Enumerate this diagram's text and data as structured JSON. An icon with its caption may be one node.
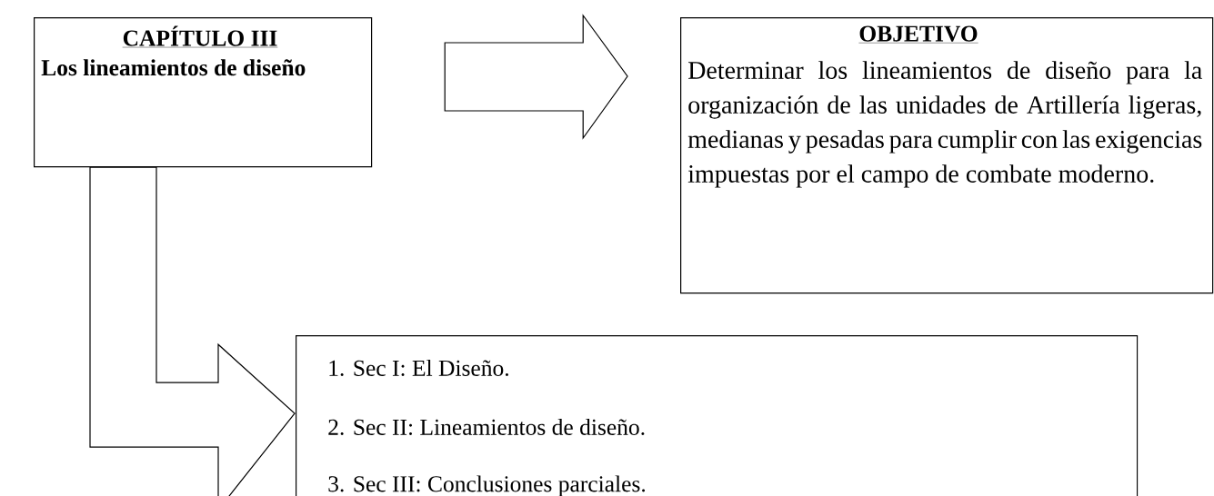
{
  "diagram": {
    "nodes": [
      {
        "text": [
          "CAPÍTULO III",
          "Los lineamientos de diseño"
        ]
      },
      {
        "text": [
          "OBJETIVO",
          "Determinar los lineamientos de diseño para la organización de las unidades de Artillería ligeras, medianas y pesadas para cumplir con las exigencias impuestas por el campo de combate moderno."
        ]
      },
      {
        "text": [
          "1. Sec I: El Diseño.",
          "2. Sec II: Lineamientos de diseño.",
          "3. Sec III: Conclusiones parciales."
        ]
      }
    ],
    "edges": [
      {
        "from": 0,
        "to": 1,
        "arrow": "to"
      },
      {
        "from": 0,
        "to": 2,
        "arrow": "to"
      }
    ]
  }
}
